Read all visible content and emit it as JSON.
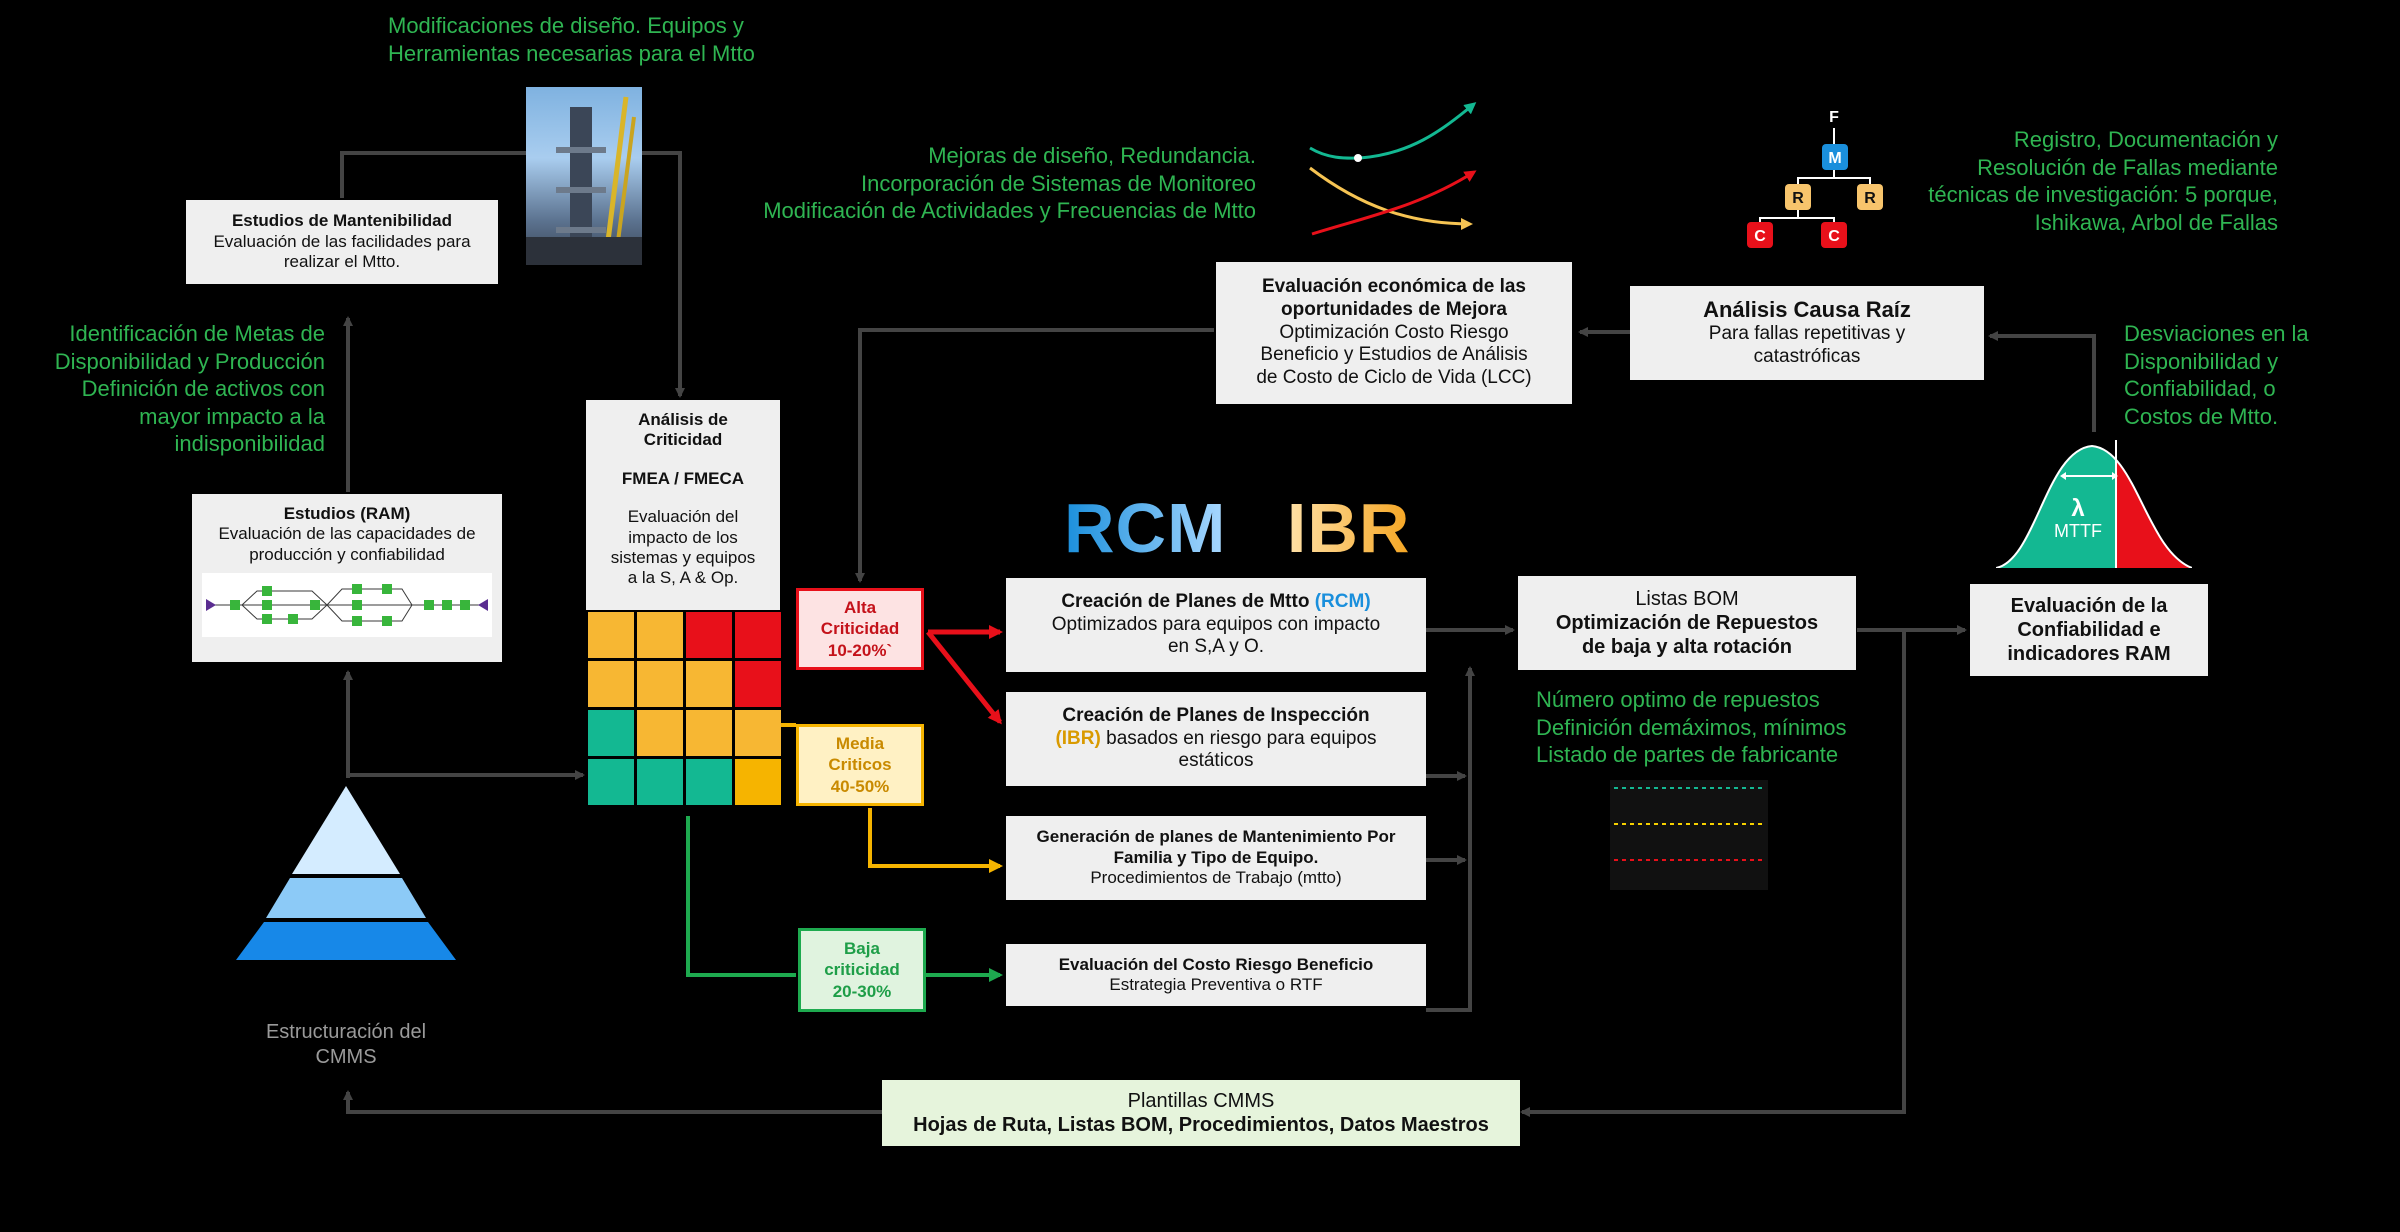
{
  "colors": {
    "background": "#000000",
    "green_text": "#2fb552",
    "rcm_blue": "#1a8fdc",
    "ibr_orange": "#f5a623",
    "high_red": "#e8101a",
    "medium_yellow": "#f6b400",
    "low_green": "#1eaa4f",
    "teal": "#13b892"
  },
  "top_note": {
    "line1": "Modificaciones de diseño. Equipos y",
    "line2": "Herramientas necesarias para el Mtto"
  },
  "mantenibilidad": {
    "title": "Estudios de Mantenibilidad",
    "line1": "Evaluación de las facilidades para",
    "line2": "realizar el Mtto."
  },
  "left_note": {
    "line1": "Identificación de Metas de",
    "line2": "Disponibilidad y Producción",
    "line3": "Definición de activos con",
    "line4": "mayor impacto a la",
    "line5": "indisponibilidad"
  },
  "ram": {
    "title": "Estudios (RAM)",
    "line1": "Evaluación de las capacidades de",
    "line2": "producción y confiabilidad"
  },
  "cmms": {
    "line1": "Estructuración del",
    "line2": "CMMS"
  },
  "criticidad": {
    "line1": "Análisis de",
    "line2": "Criticidad",
    "line3": "FMEA / FMECA",
    "line4": "Evaluación del",
    "line5": "impacto de los",
    "line6": "sistemas y equipos",
    "line7": "a la S, A & Op."
  },
  "alta": {
    "line1": "Alta",
    "line2": "Criticidad",
    "line3": "10-20%`"
  },
  "media": {
    "line1": "Media",
    "line2": "Criticos",
    "line3": "40-50%"
  },
  "baja": {
    "line1": "Baja",
    "line2": "criticidad",
    "line3": "20-30%"
  },
  "logo": {
    "rcm": "RCM",
    "ibr": "IBR"
  },
  "rcm_plan": {
    "title": "Creación de Planes de Mtto",
    "tag": "(RCM)",
    "line1": "Optimizados para equipos con impacto",
    "line2": "en S,A y O."
  },
  "ibr_plan": {
    "title": "Creación de Planes de Inspección",
    "tag": "(IBR)",
    "line1": " basados en riesgo para equipos",
    "line2": "estáticos"
  },
  "familia": {
    "line1": "Generación de planes de Mantenimiento Por",
    "line2": "Familia y Tipo de Equipo.",
    "line3": "Procedimientos de Trabajo (mtto)"
  },
  "costo": {
    "title": "Evaluación del Costo Riesgo Beneficio",
    "line1": "Estrategia Preventiva o RTF"
  },
  "bom": {
    "line1": "Listas BOM",
    "line2": "Optimización de Repuestos",
    "line3": "de baja y alta rotación"
  },
  "bom_note": {
    "line1": "Número optimo de repuestos",
    "line2": "Definición demáximos, mínimos",
    "line3": "Listado de partes de fabricante"
  },
  "evaluacion_ram": {
    "line1": "Evaluación de la",
    "line2": "Confiabilidad e",
    "line3": "indicadores RAM"
  },
  "mttf": {
    "lambda": "λ",
    "label": "MTTF"
  },
  "desviaciones": {
    "line1": "Desviaciones en la",
    "line2": "Disponibilidad y",
    "line3": "Confiabilidad, o",
    "line4": "Costos de Mtto."
  },
  "causa_raiz": {
    "title": "Análisis Causa Raíz",
    "line1": "Para fallas repetitivas y",
    "line2": "catastróficas"
  },
  "registro": {
    "line1": "Registro, Documentación y",
    "line2": "Resolución de Fallas mediante",
    "line3": "técnicas de investigación: 5 porque,",
    "line4": "Ishikawa, Arbol de Fallas"
  },
  "fault_tree": {
    "top": "F",
    "m": "M",
    "r": "R",
    "c": "C"
  },
  "economica": {
    "title1": "Evaluación económica de las",
    "title2": "oportunidades de Mejora",
    "line1": "Optimización Costo Riesgo",
    "line2": "Beneficio y Estudios de Análisis",
    "line3": "de Costo de Ciclo de Vida (LCC)"
  },
  "mejoras": {
    "line1": "Mejoras de diseño, Redundancia.",
    "line2": "Incorporación de Sistemas de Monitoreo",
    "line3": "Modificación de Actividades y Frecuencias de Mtto"
  },
  "plantillas": {
    "line1": "Plantillas CMMS",
    "line2": "Hojas de Ruta, Listas BOM, Procedimientos, Datos Maestros"
  }
}
